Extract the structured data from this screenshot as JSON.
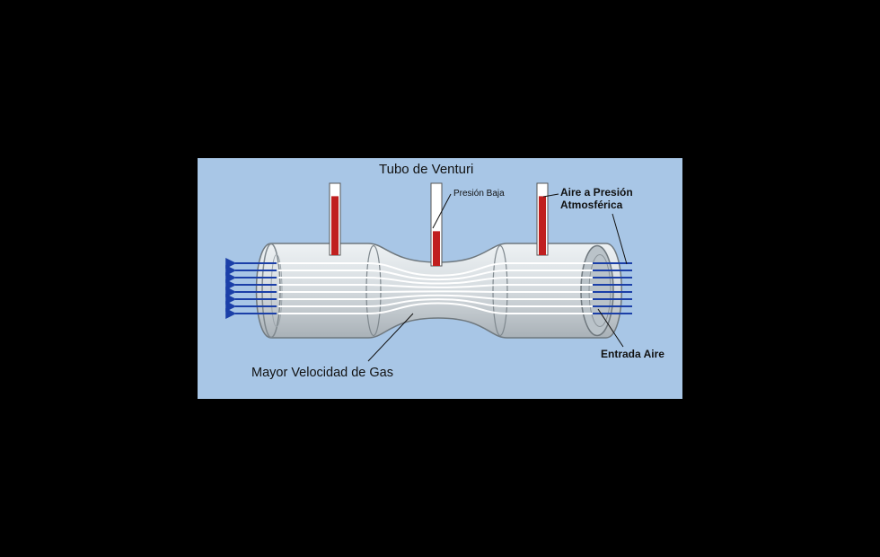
{
  "diagram": {
    "title": "Tubo de Venturi",
    "labels": {
      "low_pressure": "Presión Baja",
      "atmospheric_line1": "Aire a Presión",
      "atmospheric_line2": "Atmosférica",
      "air_inlet": "Entrada Aire",
      "higher_velocity": "Mayor Velocidad de Gas"
    },
    "colors": {
      "background": "#000000",
      "panel": "#a8c6e6",
      "tube": "#c9d1d6",
      "flow_lines": "#1b3fa8",
      "manometer_fluid": "#c01f1f"
    },
    "manometer_levels": {
      "left": 0.82,
      "center": 0.42,
      "right": 0.82
    }
  }
}
